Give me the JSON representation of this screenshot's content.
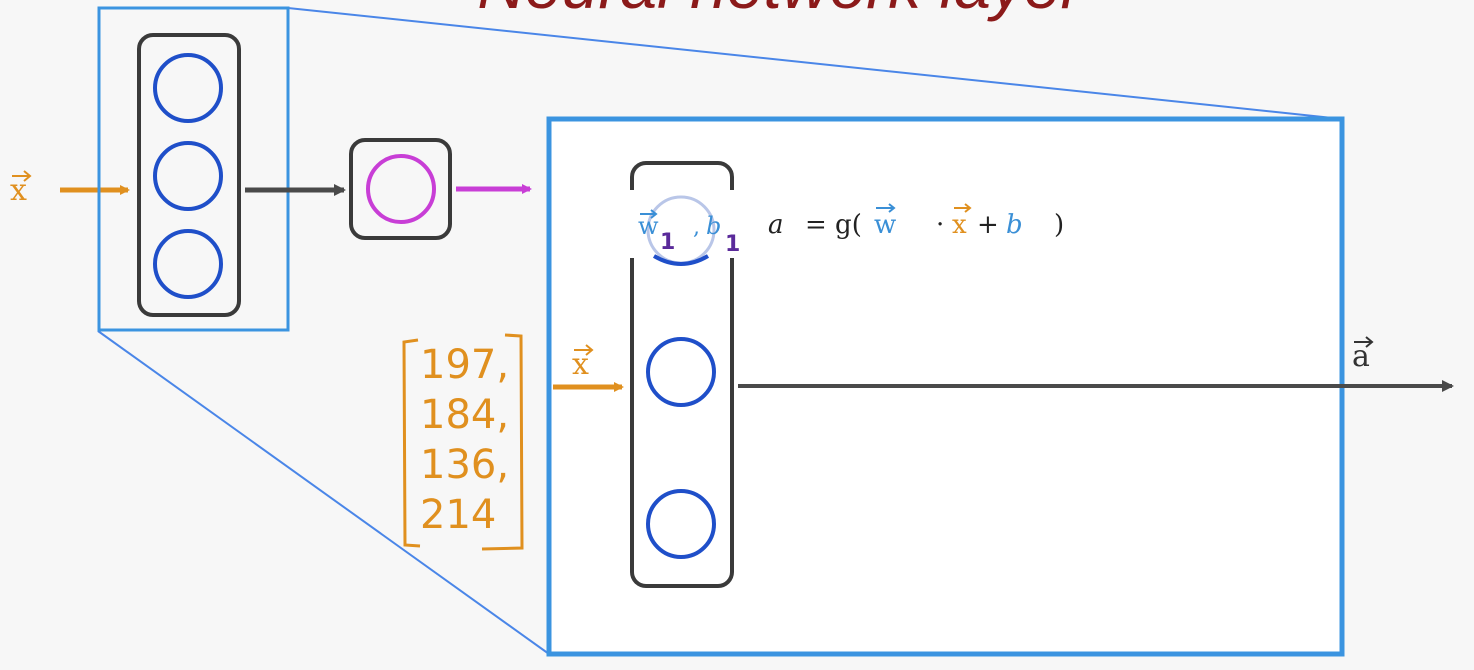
{
  "title": "Neural network layer",
  "colors": {
    "zoom_box": "#3b94e0",
    "zoom_line": "#4a86e8",
    "node_outline": "#1f4fc9",
    "layer_border": "#3a3a3a",
    "input": "#e0901f",
    "output_node": "#c83ed6",
    "weight": "#3a8fd6",
    "subscript": "#5a2a9a",
    "title": "#8b1a1a",
    "arrow": "#4a4a4a"
  },
  "labels": {
    "input_vector": "x",
    "output_vector": "a",
    "neuron1_w": "w",
    "neuron1_w_sub": "1",
    "neuron1_b": "b",
    "neuron1_b_sub": "1",
    "comma": ",",
    "formula_a": "a",
    "formula_eq": "= g(",
    "formula_w": "w",
    "formula_dot": "·",
    "formula_x": "x",
    "formula_plus": "+",
    "formula_b": "b",
    "formula_close": ")"
  },
  "input_values": [
    "197,",
    "184,",
    "136,",
    "214"
  ]
}
